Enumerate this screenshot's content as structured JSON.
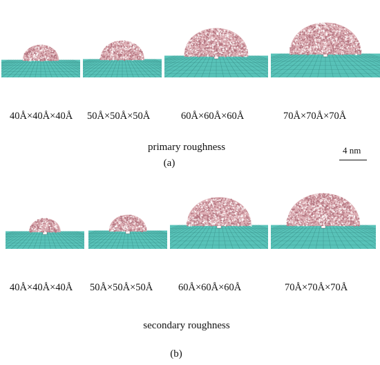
{
  "panels": [
    {
      "id": "a",
      "snapshots": [
        {
          "size_label": "40Å×40Å×40Å"
        },
        {
          "size_label": "50Å×50Å×50Å"
        },
        {
          "size_label": "60Å×60Å×60Å"
        },
        {
          "size_label": "70Å×70Å×70Å"
        }
      ],
      "title": "primary roughness",
      "tag": "(a)"
    },
    {
      "id": "b",
      "snapshots": [
        {
          "size_label": "40Å×40Å×40Å"
        },
        {
          "size_label": "50Å×50Å×50Å"
        },
        {
          "size_label": "60Å×60Å×60Å"
        },
        {
          "size_label": "70Å×70Å×70Å"
        }
      ],
      "title": "secondary roughness",
      "tag": "(b)"
    }
  ],
  "scale_bar": {
    "label": "4 nm"
  },
  "colors": {
    "substrate": "#58c2b8",
    "substrate_dark": "#2f7f79",
    "droplet": "#d7a1a8",
    "droplet_dark": "#b0707c"
  }
}
